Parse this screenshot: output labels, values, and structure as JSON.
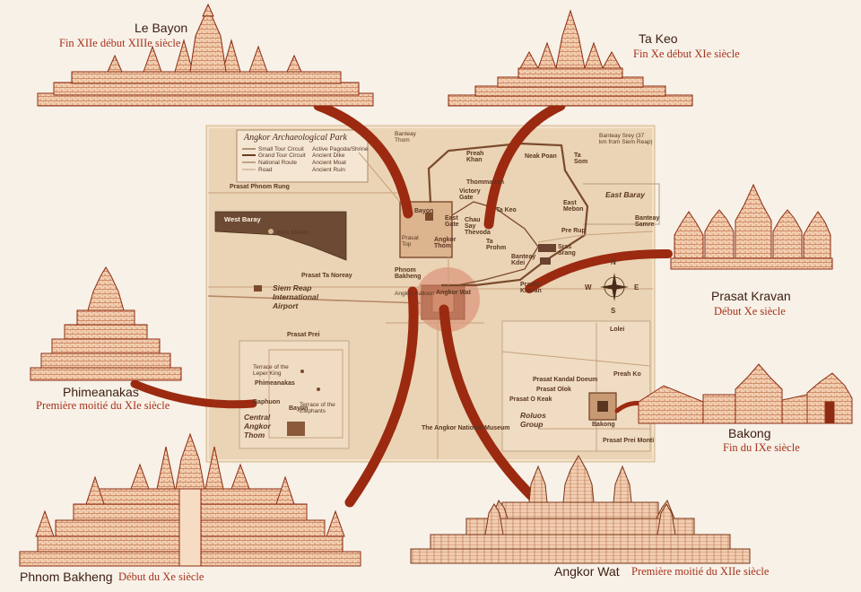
{
  "map": {
    "title": "Angkor Archaeological Park",
    "legend": [
      "Small Tour Circuit",
      "Grand Tour Circuit",
      "National Route",
      "Road",
      "Active Pagoda/Shrine",
      "Ancient Dike",
      "Ancient Moat",
      "Ancient Ruin"
    ],
    "compass": {
      "n": "N",
      "s": "S",
      "e": "E",
      "w": "W"
    },
    "places": {
      "bayon_map": "Bayon",
      "angkor_thom": "Angkor Thom",
      "angkor_wat_map": "Angkor Wat",
      "west_baray": "West Baray",
      "west_mebon": "West Mebon",
      "east_baray": "East Baray",
      "east_mebon": "East Mebon",
      "preah_khan": "Preah Khan",
      "neak_poan": "Neak Poan",
      "ta_som": "Ta Som",
      "ta_keo_map": "Ta Keo",
      "ta_prohm": "Ta Prohm",
      "banteay_kdei": "Banteay Kdei",
      "sras_srang": "Sras Srang",
      "prasat_kravan_map": "Prasat Kravan",
      "pre_rup": "Pre Rup",
      "banteay_samre": "Banteay Samre",
      "phnom_bakheng_map": "Phnom Bakheng",
      "airport": "Siem Reap International Airport",
      "roluos": "Roluos Group",
      "lolei": "Lolei",
      "preah_ko": "Preah Ko",
      "bakong_map": "Bakong",
      "prasat_prei_monti": "Prasat Prei Monti",
      "prasat_kandal_doeum": "Prasat Kandal Doeum",
      "prasat_olok": "Prasat Olok",
      "prasat_o_keak": "Prasat O Keak",
      "central_angkor_thom": "Central Angkor Thom",
      "phimeanakas_map": "Phimeanakas",
      "terrace_leper_king": "Terrace of the Leper King",
      "terrace_elephants": "Terrace of the Elephants",
      "baphuon": "Baphuon",
      "prasat_phnom_rung": "Prasat Phnom Rung",
      "prasat_ta_noreay": "Prasat Ta Noreay",
      "prasat_prei": "Prasat Prei",
      "thommanon": "Thommanon",
      "chau_say_thevoda": "Chau Say Thevoda",
      "victory_gate": "Victory Gate",
      "east_gate": "East Gate",
      "the_angkor_national_museum": "The Angkor National Museum",
      "angkor_balloon": "Angkor Balloon",
      "banteay_thom": "Banteay Thom",
      "prasat_top": "Prasat Top",
      "banteay_srey_note": "Banteay Srey (37 km from Siem Reap)"
    }
  },
  "temples": [
    {
      "id": "bayon",
      "name": "Le Bayon",
      "date": "Fin XIIe début XIIIe siècle"
    },
    {
      "id": "takeo",
      "name": "Ta Keo",
      "date": "Fin Xe début XIe siècle"
    },
    {
      "id": "kravan",
      "name": "Prasat Kravan",
      "date": "Début Xe siècle"
    },
    {
      "id": "phimeanakas",
      "name": "Phimeanakas",
      "date": "Première moitié du XIe siècle"
    },
    {
      "id": "bakong",
      "name": "Bakong",
      "date": "Fin du IXe siècle"
    },
    {
      "id": "bakheng",
      "name": "Phnom Bakheng",
      "date": "Début du Xe siècle"
    },
    {
      "id": "angkorwat",
      "name": "Angkor Wat",
      "date": "Première moitié du XIIe siècle"
    }
  ],
  "colors": {
    "connector": "#9b2a10",
    "drawing_fill": "#f1c8a8",
    "drawing_stroke": "#8e2c12",
    "map_paper": "#e8cfae",
    "map_road": "#8a5a3a",
    "highlight": "#d9826a"
  }
}
